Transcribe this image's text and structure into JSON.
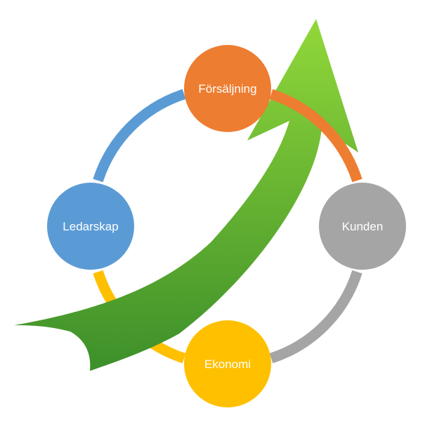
{
  "nodes": [
    {
      "id": "forsaljning",
      "label": "Försäljning",
      "color": "#ED7D31"
    },
    {
      "id": "kunden",
      "label": "Kunden",
      "color": "#A5A5A5"
    },
    {
      "id": "ekonomi",
      "label": "Ekonomi",
      "color": "#FFC000"
    },
    {
      "id": "ledarskap",
      "label": "Ledarskap",
      "color": "#5B9BD5"
    }
  ],
  "arrow_colors": {
    "light": "#92D83A",
    "dark": "#3C8F2A"
  }
}
